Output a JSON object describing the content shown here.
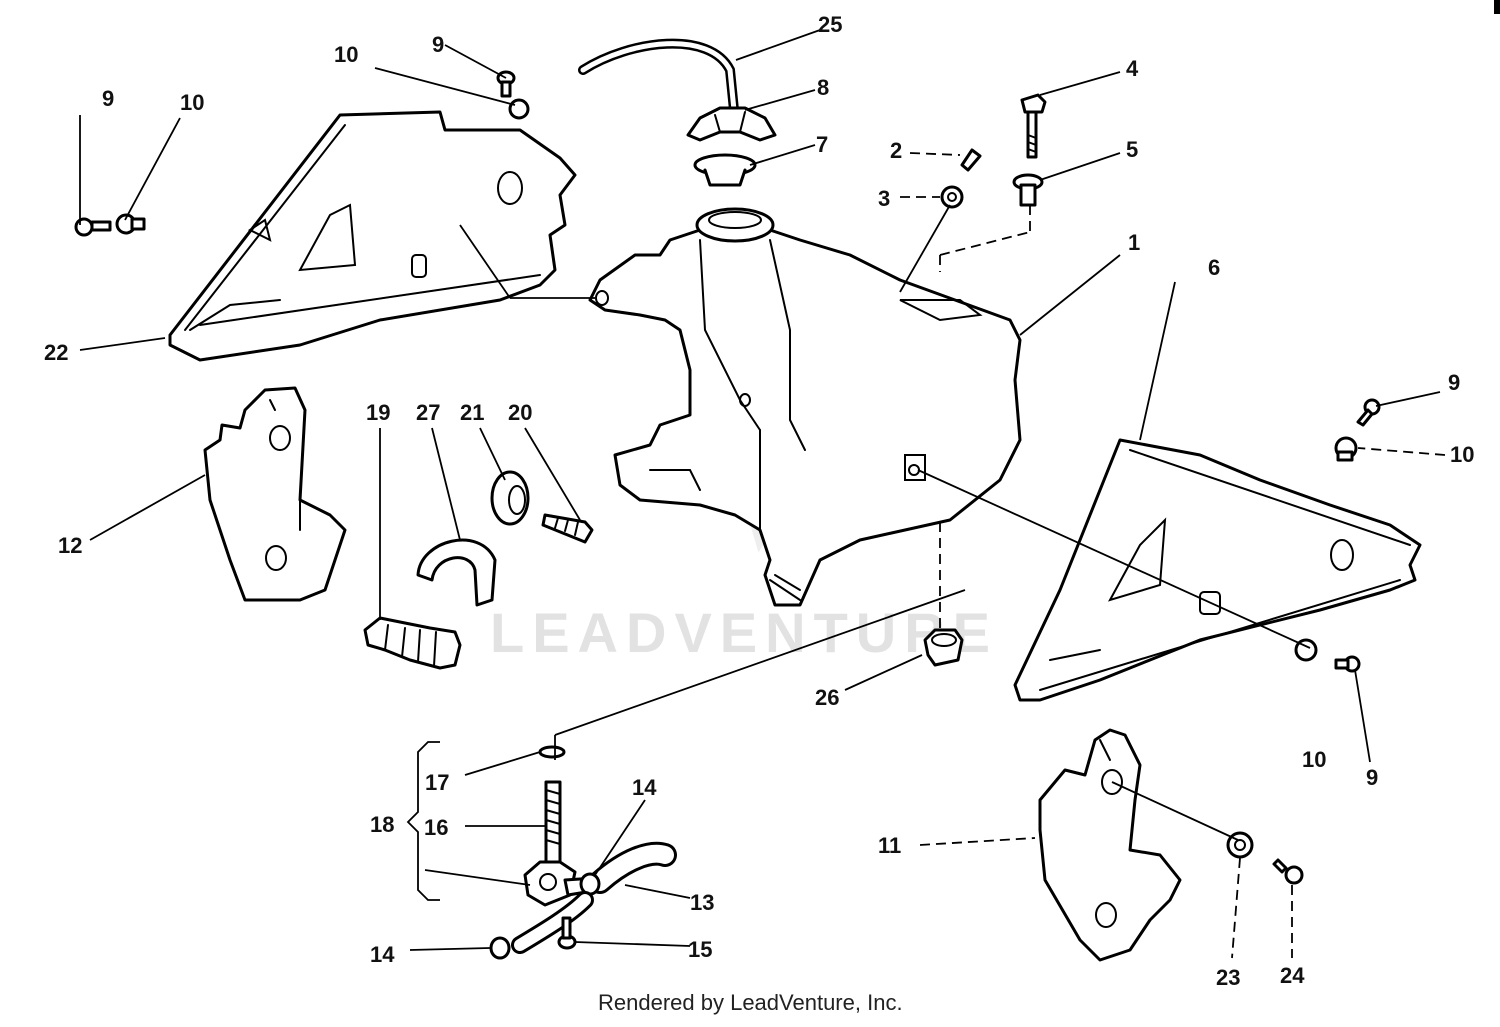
{
  "watermark": "LEADVENTURE",
  "credit": "Rendered by LeadVenture, Inc.",
  "callouts": {
    "c1": "1",
    "c2": "2",
    "c3": "3",
    "c4": "4",
    "c5": "5",
    "c6": "6",
    "c7": "7",
    "c8": "8",
    "c9a": "9",
    "c9b": "9",
    "c9c": "9",
    "c9d": "9",
    "c10a": "10",
    "c10b": "10",
    "c10c": "10",
    "c10d": "10",
    "c11": "11",
    "c12": "12",
    "c13": "13",
    "c14a": "14",
    "c14b": "14",
    "c15": "15",
    "c16": "16",
    "c17": "17",
    "c18": "18",
    "c19": "19",
    "c20": "20",
    "c21": "21",
    "c22": "22",
    "c23": "23",
    "c24": "24",
    "c25": "25",
    "c26": "26",
    "c27": "27"
  }
}
